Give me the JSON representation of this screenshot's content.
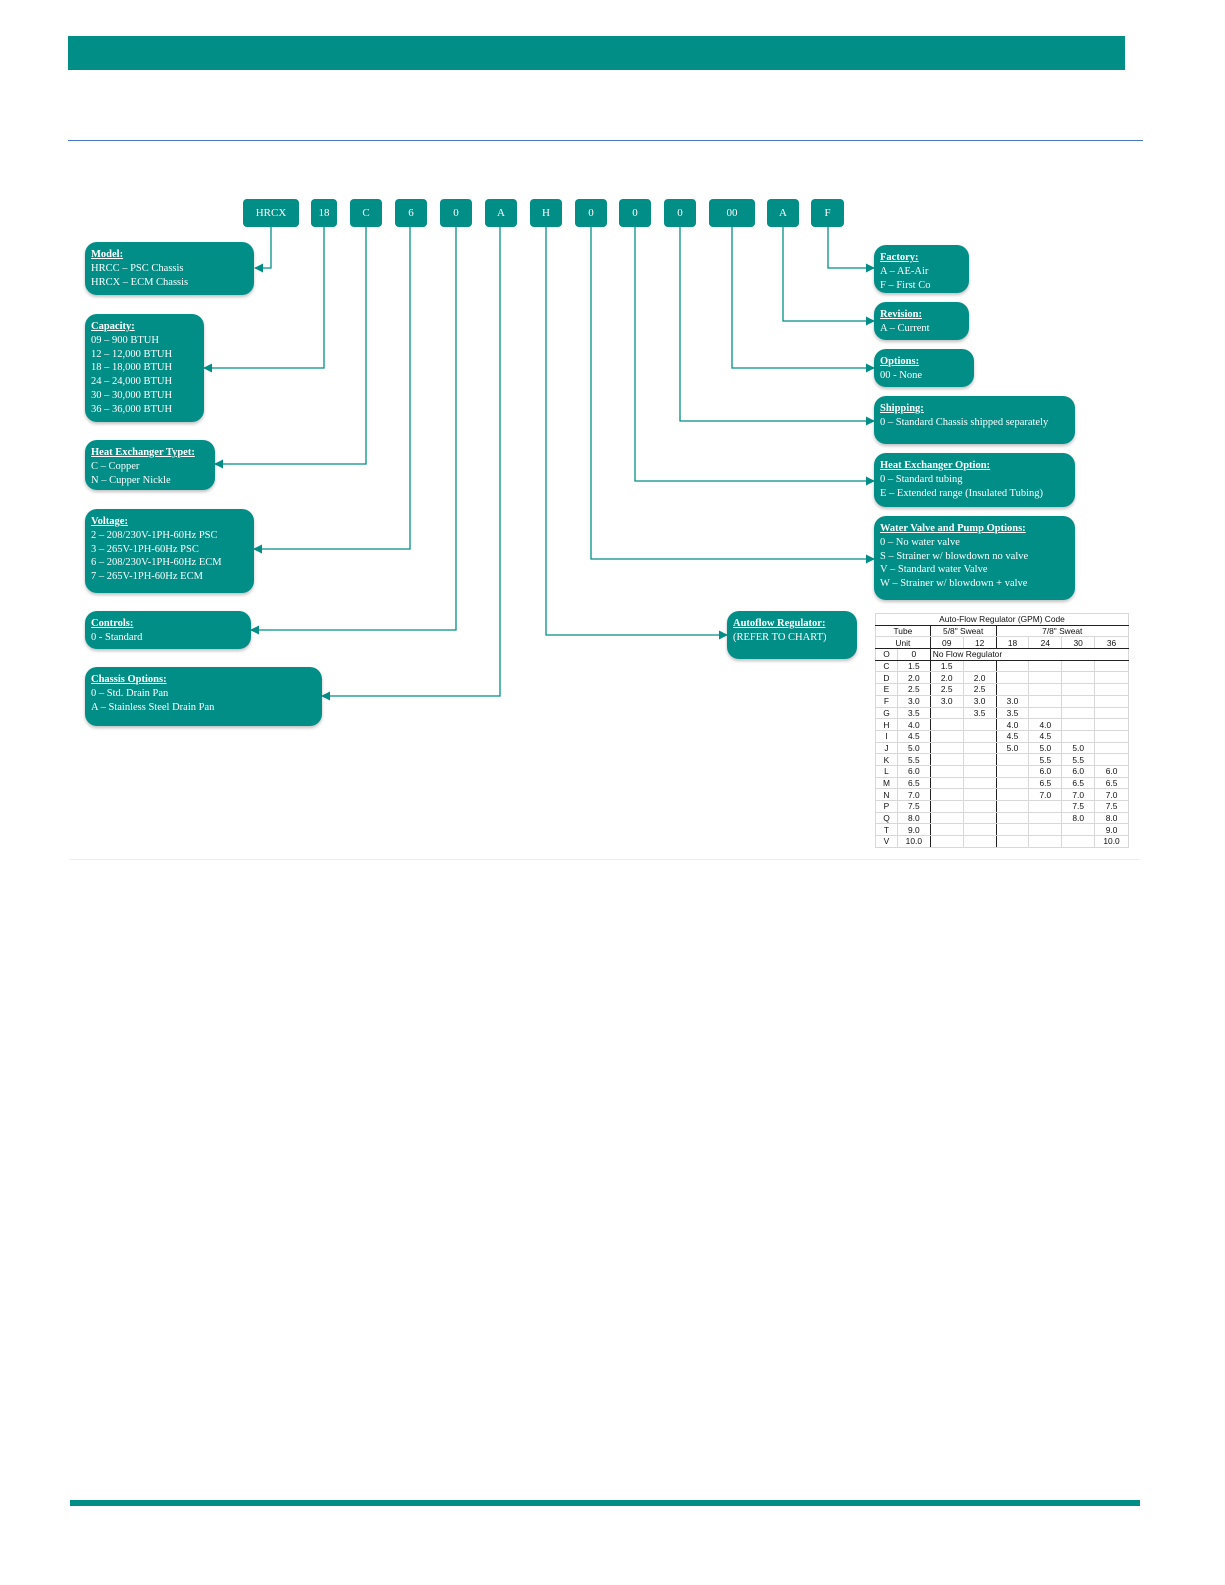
{
  "colors": {
    "teal": "#008e87",
    "rule_blue": "#4a76c9"
  },
  "model_code": [
    "HRCX",
    "18",
    "C",
    "6",
    "0",
    "A",
    "H",
    "0",
    "0",
    "0",
    "00",
    "A",
    "F"
  ],
  "panels": {
    "model": {
      "title": "Model:",
      "lines": [
        "HRCC – PSC Chassis",
        "HRCX – ECM Chassis"
      ]
    },
    "capacity": {
      "title": "Capacity:",
      "lines": [
        "09 – 900 BTUH",
        "12 – 12,000 BTUH",
        "18 – 18,000 BTUH",
        "24 – 24,000 BTUH",
        "30 – 30,000 BTUH",
        "36 – 36,000 BTUH"
      ]
    },
    "heat_exchanger_type": {
      "title": "Heat Exchanger Typet:",
      "lines": [
        "C – Copper",
        "N – Cupper Nickle"
      ]
    },
    "voltage": {
      "title": "Voltage:",
      "lines": [
        "2 – 208/230V-1PH-60Hz PSC",
        "3 – 265V-1PH-60Hz PSC",
        "6 – 208/230V-1PH-60Hz ECM",
        "7 – 265V-1PH-60Hz ECM"
      ]
    },
    "controls": {
      "title": "Controls:",
      "lines": [
        "0 - Standard"
      ]
    },
    "chassis_options": {
      "title": "Chassis Options:",
      "lines": [
        "0 – Std. Drain Pan",
        "A – Stainless Steel Drain Pan"
      ]
    },
    "factory": {
      "title": "Factory:",
      "lines": [
        "A – AE-Air",
        "F – First Co"
      ]
    },
    "revision": {
      "title": "Revision:",
      "lines": [
        "A – Current"
      ]
    },
    "options": {
      "title": "Options:",
      "lines": [
        "00 - None"
      ]
    },
    "shipping": {
      "title": "Shipping:",
      "lines": [
        "0 – Standard Chassis shipped separately"
      ]
    },
    "heat_exchanger_option": {
      "title": "Heat Exchanger Option:",
      "lines": [
        "0 – Standard tubing",
        "E – Extended range (Insulated Tubing)"
      ]
    },
    "water_valve": {
      "title": "Water Valve and Pump Options:",
      "lines": [
        "0 – No water valve",
        "S – Strainer w/ blowdown no valve",
        "V – Standard water Valve",
        "W – Strainer w/ blowdown + valve"
      ]
    },
    "autoflow": {
      "title": "Autoflow Regulator:",
      "lines": [
        "(REFER TO CHART)"
      ]
    }
  },
  "gpm_table": {
    "caption": "Auto-Flow Regulator (GPM) Code",
    "group_tube": "Tube",
    "group_58": "5/8\" Sweat",
    "group_78": "7/8\" Sweat",
    "unit_label": "Unit",
    "units": [
      "09",
      "12",
      "18",
      "24",
      "30",
      "36"
    ],
    "no_flow": {
      "code": "O",
      "tube": "0",
      "text": "No Flow Regulator"
    },
    "rows": [
      [
        "C",
        "1.5",
        "1.5",
        "",
        "",
        "",
        "",
        ""
      ],
      [
        "D",
        "2.0",
        "2.0",
        "2.0",
        "",
        "",
        "",
        ""
      ],
      [
        "E",
        "2.5",
        "2.5",
        "2.5",
        "",
        "",
        "",
        ""
      ],
      [
        "F",
        "3.0",
        "3.0",
        "3.0",
        "3.0",
        "",
        "",
        ""
      ],
      [
        "G",
        "3.5",
        "",
        "3.5",
        "3.5",
        "",
        "",
        ""
      ],
      [
        "H",
        "4.0",
        "",
        "",
        "4.0",
        "4.0",
        "",
        ""
      ],
      [
        "I",
        "4.5",
        "",
        "",
        "4.5",
        "4.5",
        "",
        ""
      ],
      [
        "J",
        "5.0",
        "",
        "",
        "5.0",
        "5.0",
        "5.0",
        ""
      ],
      [
        "K",
        "5.5",
        "",
        "",
        "",
        "5.5",
        "5.5",
        ""
      ],
      [
        "L",
        "6.0",
        "",
        "",
        "",
        "6.0",
        "6.0",
        "6.0"
      ],
      [
        "M",
        "6.5",
        "",
        "",
        "",
        "6.5",
        "6.5",
        "6.5"
      ],
      [
        "N",
        "7.0",
        "",
        "",
        "",
        "7.0",
        "7.0",
        "7.0"
      ],
      [
        "P",
        "7.5",
        "",
        "",
        "",
        "",
        "7.5",
        "7.5"
      ],
      [
        "Q",
        "8.0",
        "",
        "",
        "",
        "",
        "8.0",
        "8.0"
      ],
      [
        "T",
        "9.0",
        "",
        "",
        "",
        "",
        "",
        "9.0"
      ],
      [
        "V",
        "10.0",
        "",
        "",
        "",
        "",
        "",
        "10.0"
      ]
    ]
  }
}
